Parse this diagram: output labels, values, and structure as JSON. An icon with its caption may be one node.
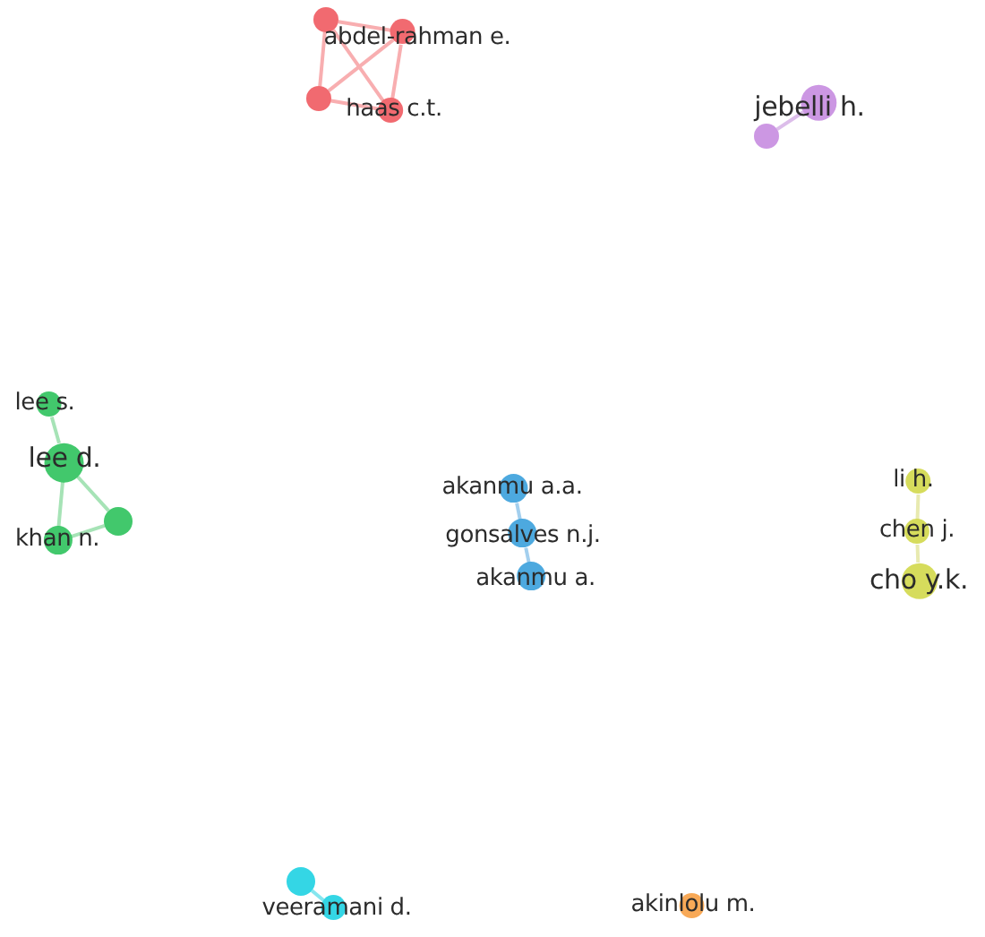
{
  "diagram": {
    "nodes": [
      {
        "text": [],
        "shape": "circle"
      },
      {
        "text": [
          "abdel-rahman e."
        ]
      },
      {
        "text": [],
        "shape": "circle"
      },
      {
        "text": [
          "haas c.t."
        ]
      },
      {
        "text": [
          "jebelli h."
        ]
      },
      {
        "text": [],
        "shape": "circle"
      },
      {
        "text": [
          "lee s."
        ]
      },
      {
        "text": [
          "lee d."
        ]
      },
      {
        "text": [
          "akanmu a.a."
        ]
      },
      {
        "text": [],
        "shape": "circle"
      },
      {
        "text": [
          "gonsalves n.j."
        ]
      },
      {
        "text": [
          "khan n."
        ]
      },
      {
        "text": [
          "li h."
        ]
      },
      {
        "text": [
          "chen j."
        ]
      },
      {
        "text": [
          "akanmu a."
        ]
      },
      {
        "text": [
          "cho y.k."
        ]
      },
      {
        "text": [],
        "shape": "circle"
      },
      {
        "text": [
          "veeramani d."
        ]
      },
      {
        "text": [
          "akinlolu m."
        ]
      }
    ],
    "edges": [
      {
        "from": 0,
        "to": 1,
        "arrow": "none",
        "color": "#f8aeb0"
      },
      {
        "from": 0,
        "to": 2,
        "arrow": "none",
        "color": "#f8aeb0"
      },
      {
        "from": 0,
        "to": 3,
        "arrow": "none",
        "color": "#f8aeb0"
      },
      {
        "from": 1,
        "to": 2,
        "arrow": "none",
        "color": "#f8aeb0"
      },
      {
        "from": 1,
        "to": 3,
        "arrow": "none",
        "color": "#f8aeb0"
      },
      {
        "from": 2,
        "to": 3,
        "arrow": "none",
        "color": "#f8aeb0"
      },
      {
        "from": 5,
        "to": 4,
        "arrow": "none",
        "color": "#dcbdea"
      },
      {
        "from": 6,
        "to": 7,
        "arrow": "none",
        "color": "#a6e3b6"
      },
      {
        "from": 7,
        "to": 11,
        "arrow": "none",
        "color": "#a6e3b6"
      },
      {
        "from": 7,
        "to": 9,
        "arrow": "none",
        "color": "#a6e3b6"
      },
      {
        "from": 9,
        "to": 11,
        "arrow": "none",
        "color": "#a6e3b6"
      },
      {
        "from": 8,
        "to": 10,
        "arrow": "none",
        "color": "#a3cfee"
      },
      {
        "from": 10,
        "to": 14,
        "arrow": "none",
        "color": "#a3cfee"
      },
      {
        "from": 12,
        "to": 13,
        "arrow": "none",
        "color": "#e8eab0"
      },
      {
        "from": 13,
        "to": 15,
        "arrow": "none",
        "color": "#e8eab0"
      },
      {
        "from": 16,
        "to": 17,
        "arrow": "none",
        "color": "#86e6ef"
      }
    ]
  }
}
